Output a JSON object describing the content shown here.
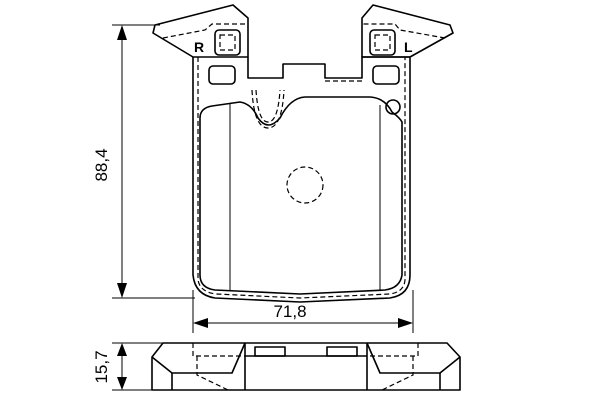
{
  "drawing": {
    "dimensions": {
      "height": "88,4",
      "width": "71,8",
      "thickness": "15,7"
    },
    "side_marks": {
      "left": "R",
      "right": "L"
    }
  }
}
